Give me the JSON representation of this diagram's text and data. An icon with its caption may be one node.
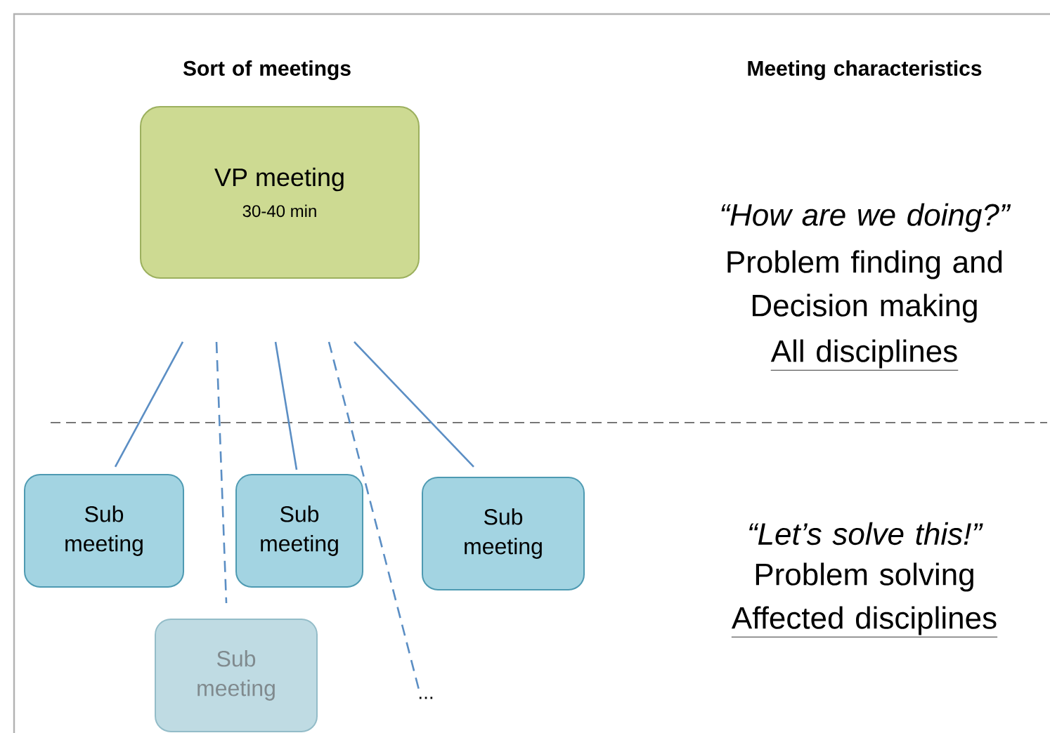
{
  "diagram": {
    "nodes": [
      {
        "text": [
          "VP meeting",
          "30-40 min"
        ]
      },
      {
        "text": [
          "Sub meeting"
        ]
      },
      {
        "text": [
          "Sub meeting"
        ]
      },
      {
        "text": [
          "Sub meeting"
        ]
      },
      {
        "text": [
          "Sub meeting"
        ]
      },
      {
        "text": [
          "..."
        ]
      }
    ],
    "edges": [
      {
        "from": 0,
        "to": 1,
        "arrow": "none"
      },
      {
        "from": 0,
        "to": 4,
        "arrow": "none",
        "style": "dashed"
      },
      {
        "from": 0,
        "to": 2,
        "arrow": "none"
      },
      {
        "from": 0,
        "to": 5,
        "arrow": "none",
        "style": "dashed"
      },
      {
        "from": 0,
        "to": 3,
        "arrow": "none"
      }
    ],
    "labels": [
      "Sort of meetings",
      "Meeting characteristics",
      "“How are we doing?”",
      "Problem finding and Decision making",
      "All disciplines",
      "“Let’s solve this!”",
      "Problem solving",
      "Affected disciplines"
    ]
  }
}
